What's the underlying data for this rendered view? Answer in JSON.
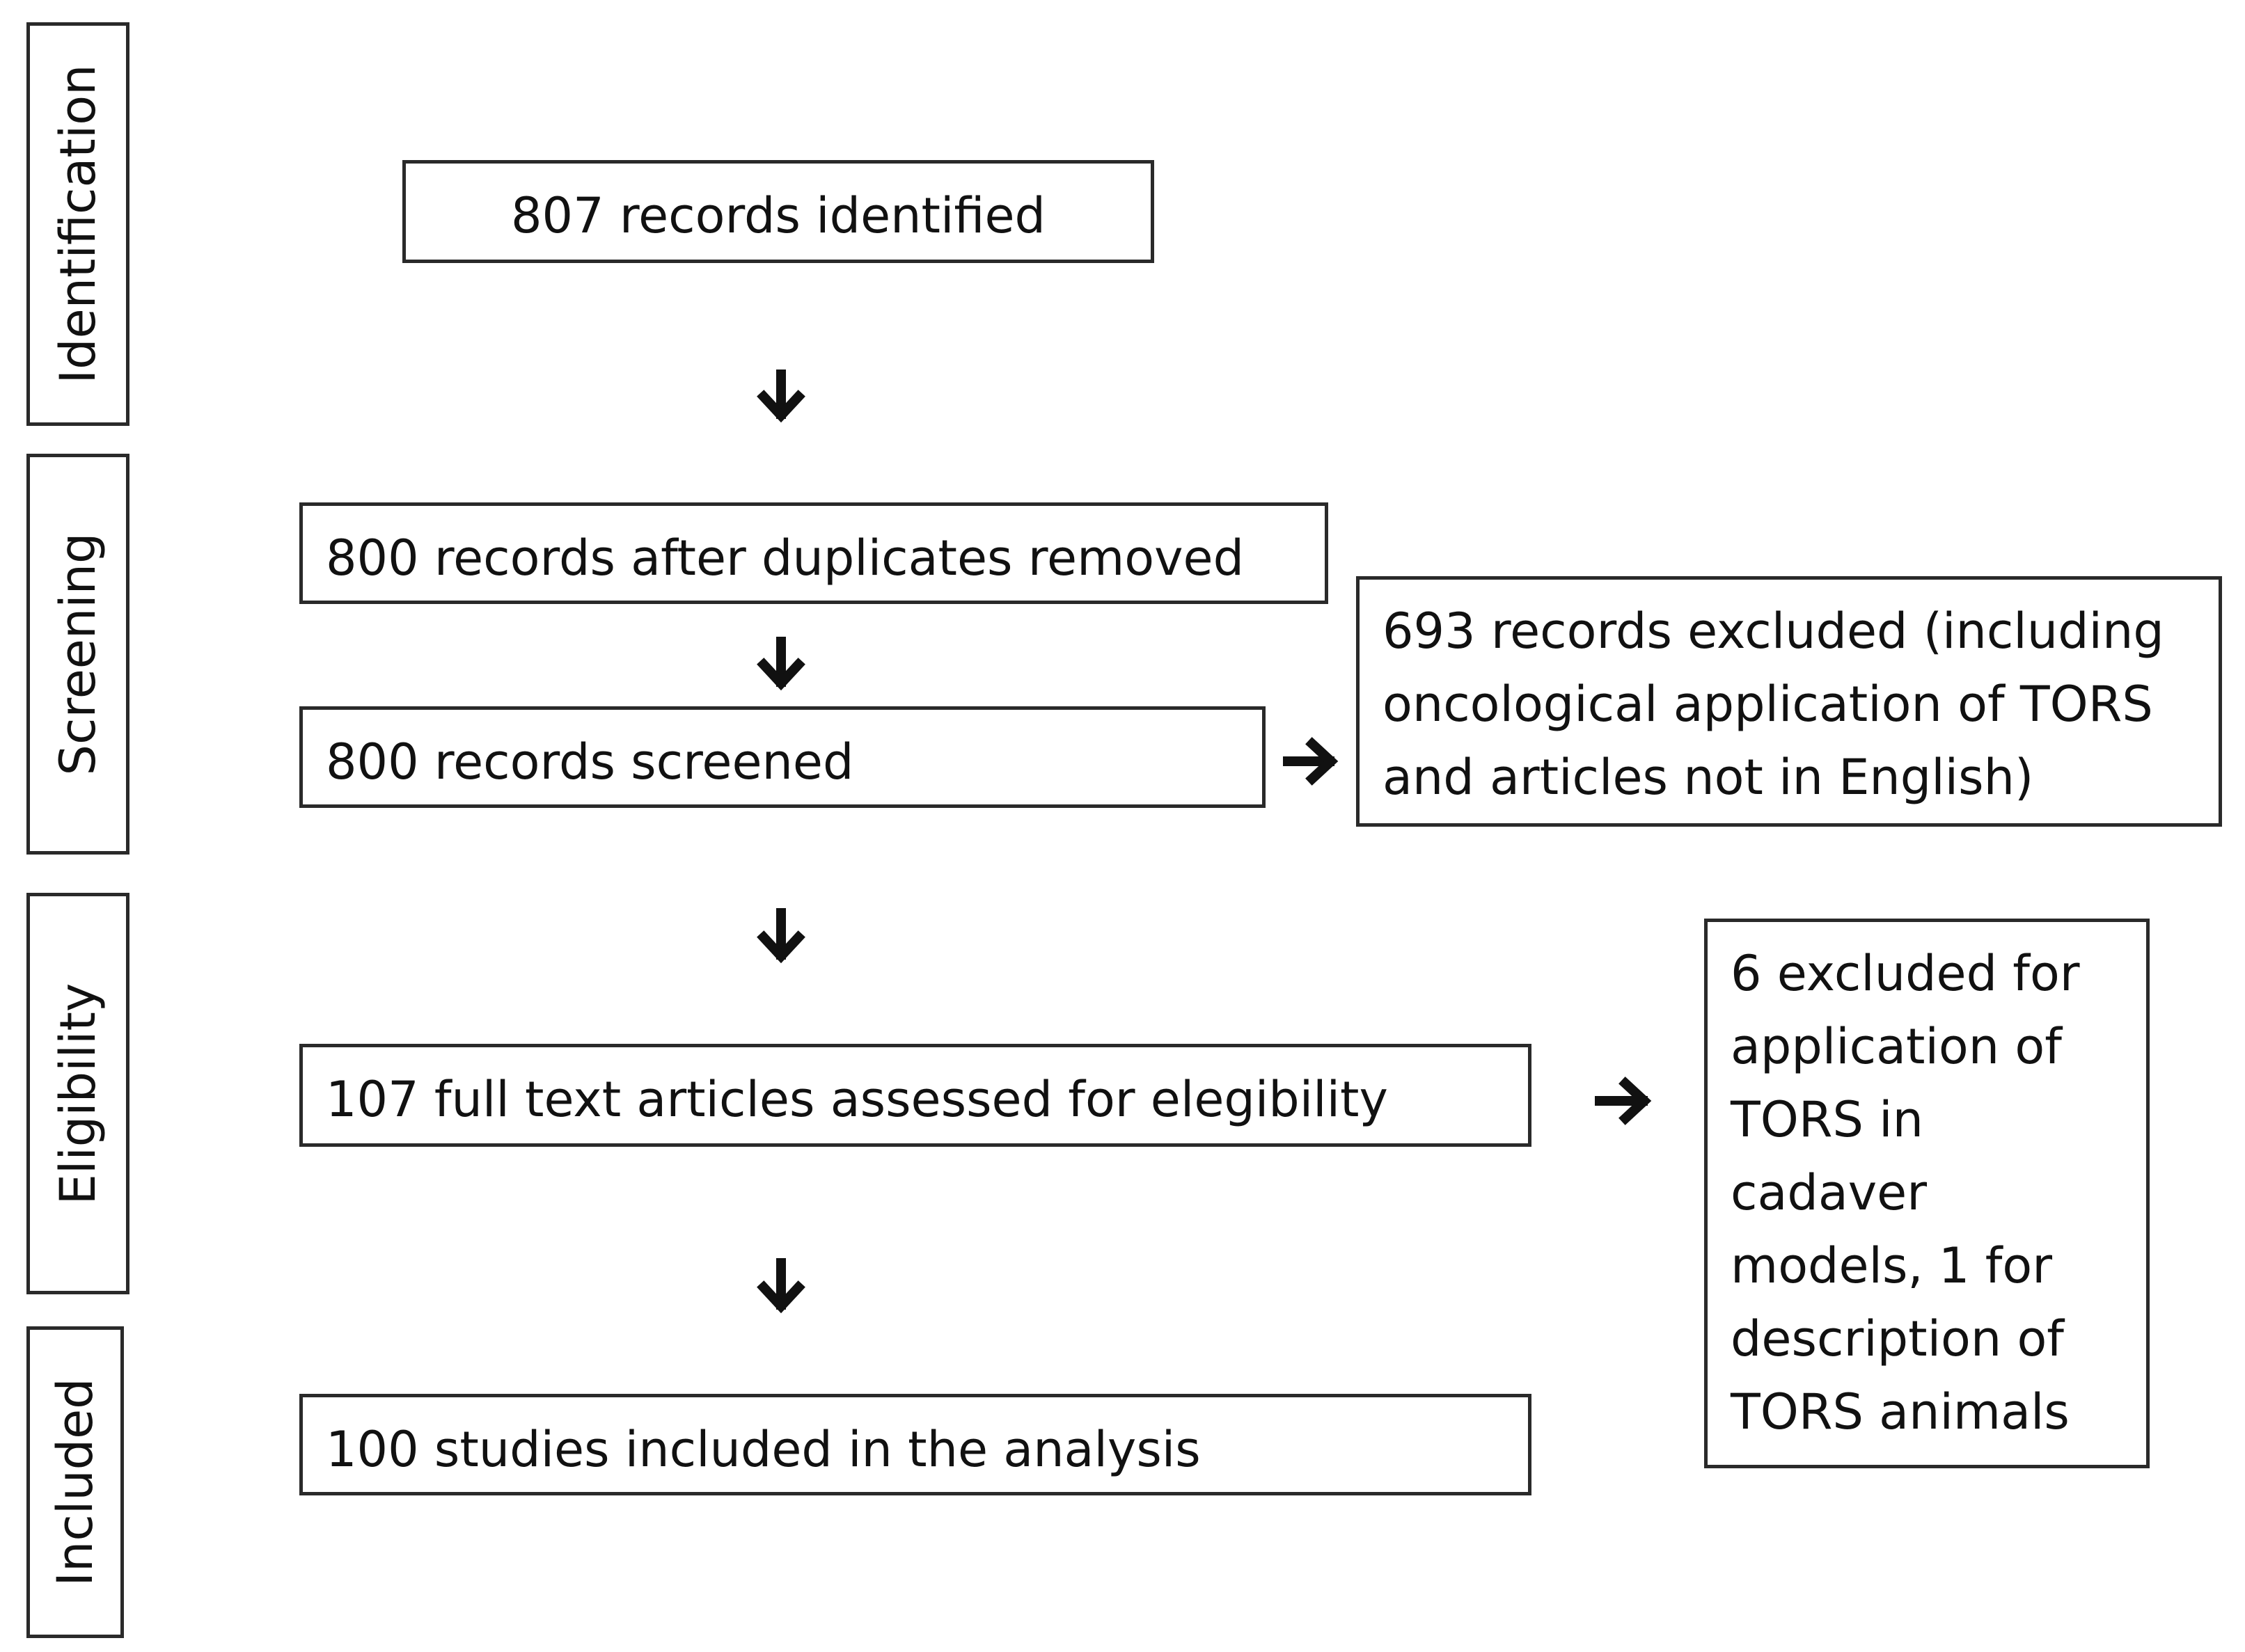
{
  "stages": {
    "identification": "Identification",
    "screening": "Screening",
    "eligibility": "Eligibility",
    "included": "Included"
  },
  "boxes": {
    "identified": "807 records identified",
    "after_duplicates": "800 records after duplicates removed",
    "screened": "800 records screened",
    "excluded_screening": "693 records excluded (including\noncological application of TORS\nand articles not in English)",
    "full_text": "107 full text articles assessed for elegibility",
    "excluded_eligibility": "6 excluded for\napplication of\nTORS in\ncadaver\nmodels, 1 for\ndescription of\nTORS animals",
    "included": "100 studies included in the analysis"
  }
}
